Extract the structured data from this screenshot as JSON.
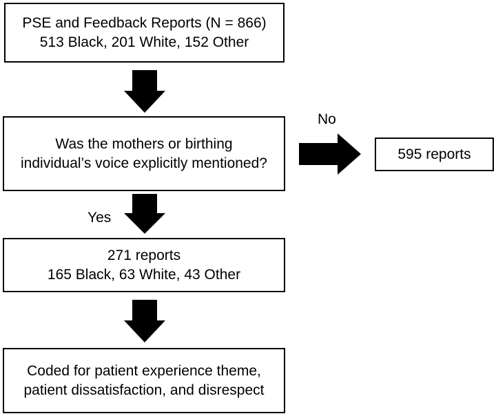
{
  "boxes": {
    "start": {
      "line1": "PSE and Feedback Reports (N = 866)",
      "line2": "513 Black, 201 White, 152 Other"
    },
    "decision": {
      "line1": "Was the mothers or birthing",
      "line2": "individual’s voice explicitly mentioned?"
    },
    "excluded": {
      "line1": "595 reports"
    },
    "included": {
      "line1": "271 reports",
      "line2": "165 Black, 63 White, 43 Other"
    },
    "final": {
      "line1": "Coded for patient experience theme,",
      "line2": "patient dissatisfaction, and disrespect"
    }
  },
  "labels": {
    "no": "No",
    "yes": "Yes"
  },
  "colors": {
    "arrow": "#000000",
    "border": "#000000",
    "background": "#ffffff"
  }
}
